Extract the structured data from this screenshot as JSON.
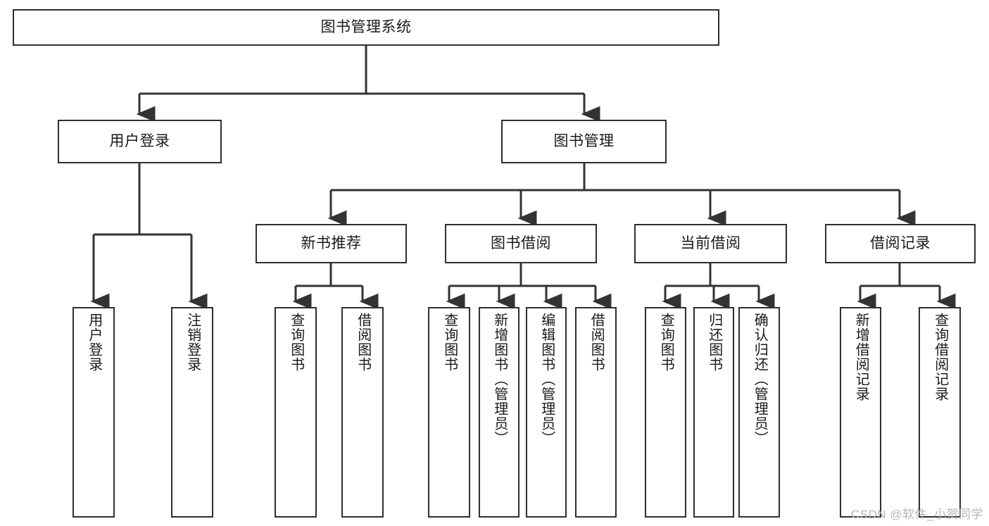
{
  "diagram": {
    "title": "图书管理系统",
    "type": "tree-hierarchy",
    "root": {
      "label": "图书管理系统"
    },
    "level2": [
      {
        "label": "用户登录"
      },
      {
        "label": "图书管理"
      }
    ],
    "level3": [
      {
        "label": "新书推荐"
      },
      {
        "label": "图书借阅"
      },
      {
        "label": "当前借阅"
      },
      {
        "label": "借阅记录"
      }
    ],
    "leaves": {
      "user_login": [
        {
          "label": "用户登录"
        },
        {
          "label": "注销登录"
        }
      ],
      "new_book_recommend": [
        {
          "label": "查询图书"
        },
        {
          "label": "借阅图书"
        }
      ],
      "book_borrow": [
        {
          "label": "查询图书"
        },
        {
          "label": "新增图书（管理员）"
        },
        {
          "label": "编辑图书（管理员）"
        },
        {
          "label": "借阅图书"
        }
      ],
      "current_borrow": [
        {
          "label": "查询图书"
        },
        {
          "label": "归还图书"
        },
        {
          "label": "确认归还（管理员）"
        }
      ],
      "borrow_record": [
        {
          "label": "新增借阅记录"
        },
        {
          "label": "查询借阅记录"
        }
      ]
    }
  },
  "watermark": {
    "text": "CSDN @软件_小贺同学"
  },
  "colors": {
    "border": "#2f2f2f",
    "edge": "#333333",
    "text": "#1a1a1a",
    "background": "#ffffff",
    "watermark": "#b6b6b6"
  }
}
